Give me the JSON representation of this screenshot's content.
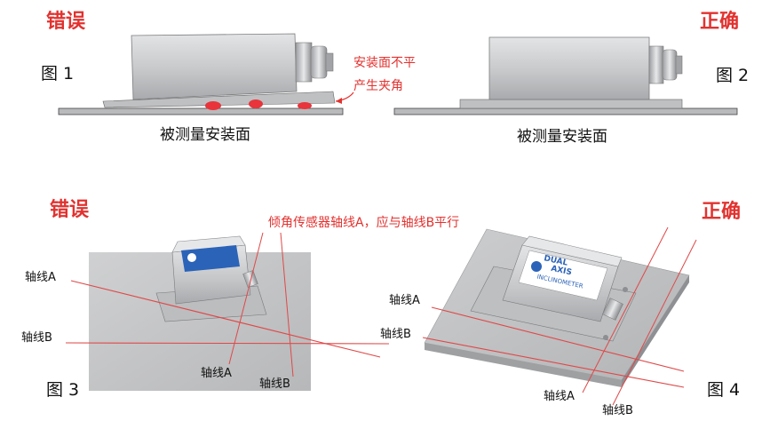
{
  "top_left": {
    "status": "错误",
    "figure_label": "图 1",
    "note_line1": "安装面不平",
    "note_line2": "产生夹角",
    "surface_label": "被测量安装面"
  },
  "top_right": {
    "status": "正确",
    "figure_label": "图 2",
    "surface_label": "被测量安装面"
  },
  "bottom_left": {
    "status": "错误",
    "figure_label": "图 3",
    "axis_a": "轴线A",
    "axis_b": "轴线B",
    "axis_a_bottom": "轴线A",
    "axis_b_bottom": "轴线B",
    "instruction": "倾角传感器轴线A，应与轴线B平行"
  },
  "bottom_right": {
    "status": "正确",
    "figure_label": "图 4",
    "axis_a": "轴线A",
    "axis_b": "轴线B",
    "axis_a_bottom": "轴线A",
    "axis_b_bottom": "轴线B",
    "device_text": [
      "DUAL",
      "AXIS",
      "INCLINOMETER"
    ]
  },
  "colors": {
    "status_red": "#e2322f",
    "axis_line_red": "#e04848",
    "gap_marker_red": "#e8343a",
    "device_gray": "#c9cacc",
    "plate_gray": "#c4c5c7",
    "label_blue": "#2b63b8"
  }
}
